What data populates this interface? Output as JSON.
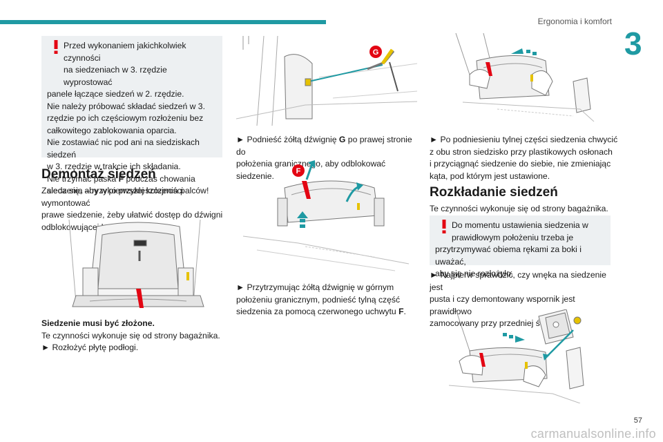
{
  "header": {
    "section_title": "Ergonomia i komfort",
    "chapter_number": "3"
  },
  "footer": {
    "page_number": "57",
    "watermark": "carmanualsonline.info"
  },
  "col1": {
    "warning": {
      "l1": "Przed wykonaniem jakichkolwiek czynności",
      "l2": "na siedzeniach w 3. rzędzie wyprostować",
      "l3": "panele łączące siedzeń w 2. rzędzie.",
      "l4": "Nie należy próbować składać siedzeń w 3.",
      "l5": "rzędzie po ich częściowym rozłożeniu bez",
      "l6": "całkowitego zablokowania oparcia.",
      "l7": "Nie zostawiać nic pod ani na siedziskach siedzeń",
      "l8": "w 3. rzędzie w trakcie ich składania.",
      "l9a": "Nie trzymać paska ",
      "l9b": "F",
      "l9c": " podczas chowania",
      "l10": "siedzenia – ryzyko przykleszczenia palców!"
    },
    "heading": "Demontaż siedzeń",
    "intro": {
      "l1": "Zaleca się, aby w pierwszej kolejności wymontować",
      "l2": "prawe siedzenie, żeby ułatwić dostęp do dźwigni",
      "l3": "odblokowującej lewe siedzenie."
    },
    "caption_bold": "Siedzenie musi być złożone.",
    "caption_l2": "Te czynności wykonuje się od strony bagażnika.",
    "caption_l3": "►  Rozłożyć płytę podłogi."
  },
  "col2": {
    "label_g": "G",
    "label_f": "F",
    "step1": {
      "l1a": "►  Podnieść żółtą dźwignię ",
      "l1b": "G",
      "l1c": "  po prawej stronie do",
      "l2": "położenia granicznego, aby odblokować siedzenie."
    },
    "step2": {
      "l1": "►  Przytrzymując żółtą dźwignię w górnym",
      "l2": "położeniu granicznym, podnieść tylną część",
      "l3a": "siedzenia za pomocą czerwonego uchwytu ",
      "l3b": "F",
      "l3c": "."
    }
  },
  "col3": {
    "step3": {
      "l1": "►  Po podniesieniu tylnej części siedzenia chwycić",
      "l2": "z obu stron siedzisko przy plastikowych osłonach",
      "l3": "i przyciągnąć siedzenie do siebie, nie zmieniając",
      "l4": "kąta, pod którym jest ustawione."
    },
    "heading": "Rozkładanie siedzeń",
    "intro": "Te czynności wykonuje się od strony bagażnika.",
    "warning": {
      "l1": "Do momentu ustawienia siedzenia w",
      "l2": "prawidłowym położeniu trzeba je",
      "l3": "przytrzymywać obiema rękami za boki i uważać,",
      "l4": "aby się nie rozłożyło."
    },
    "step4": {
      "l1": "►  Najpierw sprawdzić, czy wnęka na siedzenie jest",
      "l2": "pusta i czy demontowany wspornik jest prawidłowo",
      "l3": "zamocowany przy przedniej ścianie."
    }
  },
  "colors": {
    "accent": "#1f9aa3",
    "warning_red": "#e30613",
    "lever_yellow": "#e6c200",
    "panel_grey": "#edf0f2"
  }
}
